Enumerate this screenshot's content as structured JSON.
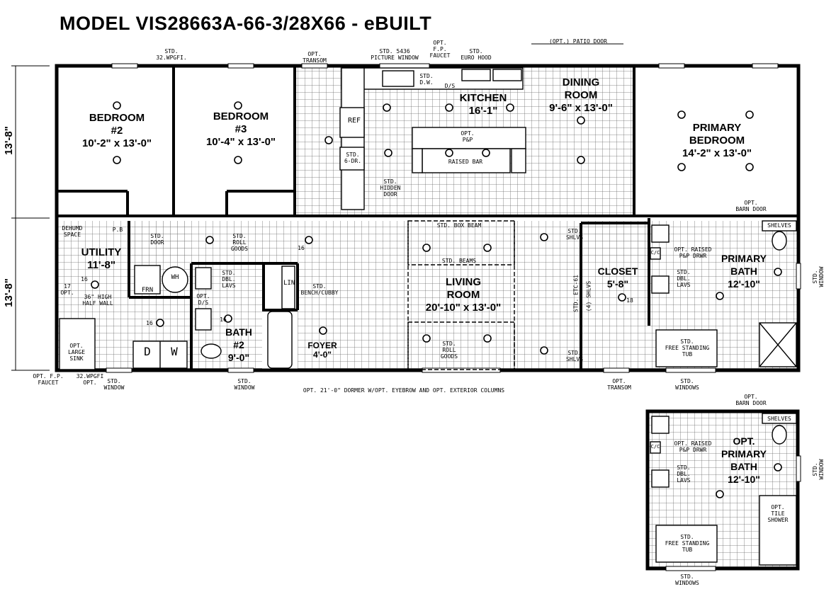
{
  "title": "MODEL   VIS28663A-66-3/28X66 - eBUILT",
  "dimensions": {
    "top_half": "13'-8\"",
    "bottom_half": "13'-8\""
  },
  "rooms": {
    "bedroom2": "BEDROOM\n#2\n10'-2\" x 13'-0\"",
    "bedroom3": "BEDROOM\n#3\n10'-4\" x 13'-0\"",
    "kitchen": "KITCHEN\n16'-1\"",
    "dining": "DINING\nROOM\n9'-6\" x 13'-0\"",
    "primary_bedroom": "PRIMARY\nBEDROOM\n14'-2\" x 13'-0\"",
    "utility": "UTILITY\n11'-8\"",
    "bath2": "BATH\n#2\n9'-0\"",
    "foyer": "FOYER\n4'-0\"",
    "living": "LIVING\nROOM\n20'-10\" x 13'-0\"",
    "closet": "CLOSET\n5'-8\"",
    "primary_bath": "PRIMARY\nBATH\n12'-10\"",
    "opt_primary_bath": "OPT.\nPRIMARY\nBATH\n12'-10\""
  },
  "notes": {
    "wpgfi_top": "STD.\n32.WPGFI.",
    "opt_transom_top": "OPT.\nTRANSOM",
    "picture_window": "STD. 5436\nPICTURE WINDOW",
    "fp_faucet_top": "OPT.\nF.P.\nFAUCET",
    "euro_hood": "STD.\nEURO HOOD",
    "patio_door": "(OPT.) PATIO DOOR",
    "std_dw": "STD.\nD.W.",
    "ds": "D/S",
    "ref": "REF",
    "std_6dr": "STD.\n6-DR.",
    "opt_pp": "OPT.\nP&P",
    "raised_bar": "RAISED BAR",
    "shlvs": "SHLVS",
    "hidden_door": "STD.\nHIDDEN\nDOOR",
    "barn_door": "OPT.\nBARN DOOR",
    "dehumd": "DEHUMD\nSPACE",
    "pb": "P.B",
    "std_door": "STD.\nDOOR",
    "roll_goods_a": "STD.\nROLL\nGOODS",
    "box_beam": "STD. BOX BEAM",
    "std_beams": "STD. BEAMS",
    "etc61": "STD. ETC-61",
    "frn": "FRN",
    "wh": "WH",
    "opt_17": "17\nOPT.",
    "half_wall": "36\" HIGH\nHALF WALL",
    "dbl_lavs_bath2": "STD.\nDBL.\nLAVS",
    "opt_ds": "OPT.\nD/S",
    "lin": "LIN",
    "bench_cubby": "STD.\nBENCH/CUBBY",
    "roll_goods_b": "STD.\nROLL\nGOODS",
    "large_sink": "OPT.\nLARGE\nSINK",
    "dw_d": "D",
    "dw_w": "W",
    "fp_faucet_bottom": "OPT. F.P.\nFAUCET",
    "wpgfi_bottom": "32.WPGFI\nOPT.",
    "std_window_a": "STD.\nWINDOW",
    "std_window_b": "STD.\nWINDOW",
    "dormer": "OPT. 21'-0\" DORMER W/OPT. EYEBROW AND OPT. EXTERIOR COLUMNS",
    "opt_transom_bottom": "OPT.\nTRANSOM",
    "std_windows_a": "STD.\nWINDOWS",
    "std_windows_b": "STD.\nWINDOWS",
    "window_right_a": "STD.\nWINDOW",
    "window_right_b": "STD.\nWINDOW",
    "shelves_a": "SHELVES",
    "shelves_b": "SHELVES",
    "raised_pp_a": "OPT. RAISED\nP&P DRWR",
    "raised_pp_b": "OPT. RAISED\nP&P DRWR",
    "dbl_lavs_a": "STD.\nDBL.\nLAVS",
    "dbl_lavs_b": "STD.\nDBL.\nLAVS",
    "tub_a": "STD.\nFREE STANDING\nTUB",
    "tub_b": "STD.\nFREE STANDING\nTUB",
    "tile_shower": "OPT.\nTILE\nSHOWER",
    "shlvs_closet": "STD.\nSHLVS",
    "shlvs_closet2": "STD.\nSHLVS",
    "barn_door_b": "OPT.\nBARN DOOR",
    "cc_a": "C/C",
    "cc_b": "C/C",
    "four_shlvs": "(4) SHLVS",
    "n16a": "16",
    "n16b": "16",
    "n16c": "16",
    "n16d": "16",
    "n18": "18"
  },
  "colors": {
    "wall": "#000000",
    "grid": "#555555",
    "paper": "#ffffff"
  }
}
